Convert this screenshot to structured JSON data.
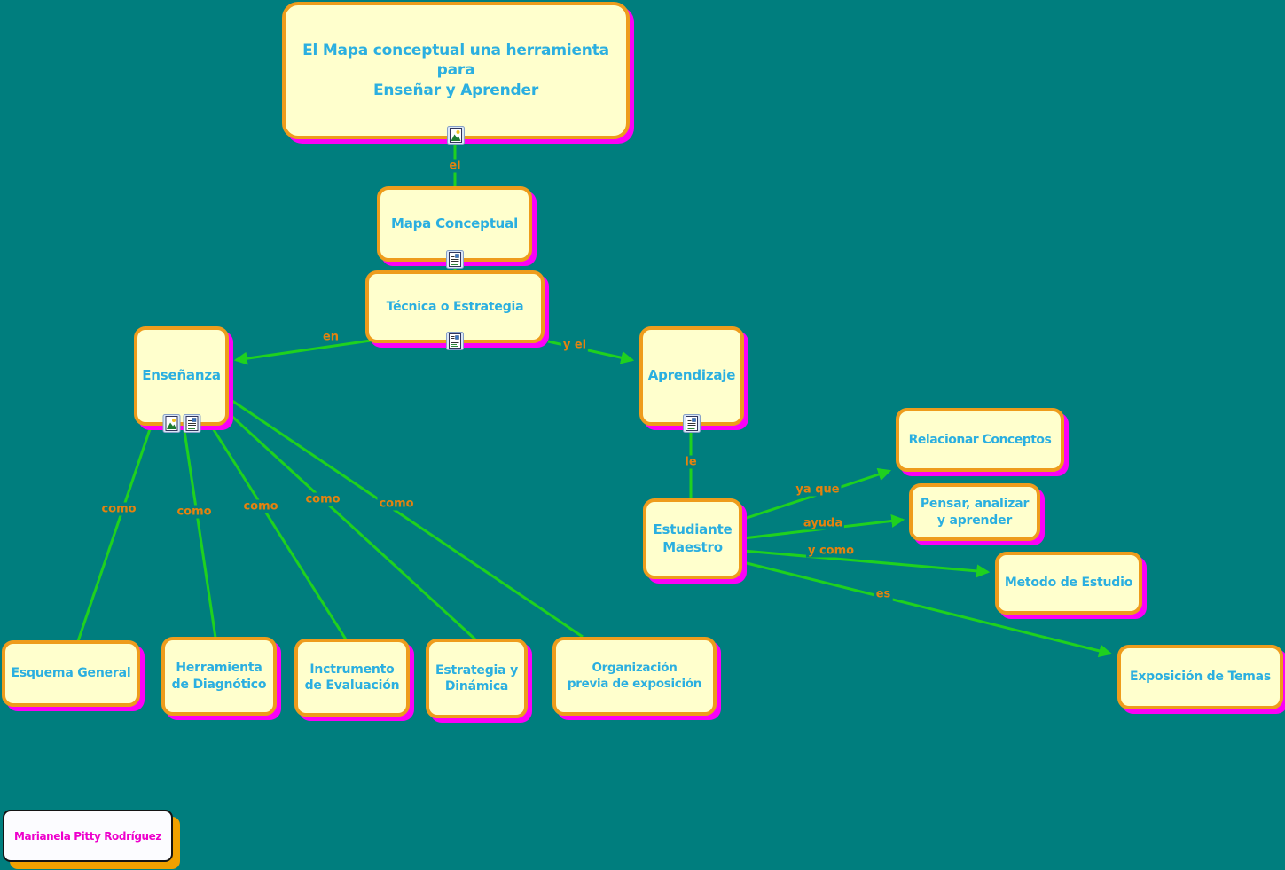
{
  "app": {
    "type": "concept-map-editor"
  },
  "nodes": {
    "title": "El Mapa conceptual una herramienta\npara\nEnseñar y Aprender",
    "mapa_conceptual": "Mapa Conceptual",
    "tecnica_estrategia": "Técnica o Estrategia",
    "ensenanza": "Enseñanza",
    "aprendizaje": "Aprendizaje",
    "estudiante_maestro": "Estudiante\nMaestro",
    "relacionar_conceptos": "Relacionar Conceptos",
    "pensar_analizar": "Pensar, analizar\ny aprender",
    "metodo_estudio": "Metodo de Estudio",
    "exposicion_temas": "Exposición de Temas",
    "esquema_general": "Esquema General",
    "herramienta_diagnostico": "Herramienta\nde Diagnótico",
    "inctrumento_evaluacion": "Inctrumento\nde Evaluación",
    "estrategia_dinamica": "Estrategia y\nDinámica",
    "organizacion_previa": "Organización\nprevia de exposición"
  },
  "link_labels": {
    "el": "el",
    "en": "en",
    "y_el": "y el",
    "le": "le",
    "como": "como",
    "ya_que": "ya que",
    "ayuda": "ayuda",
    "y_como": "y como",
    "es": "es"
  },
  "author": "Marianela Pitty Rodríguez",
  "icons": {
    "image": "picture-resource-icon",
    "document": "text-document-resource-icon"
  },
  "colors": {
    "background": "#007E7E",
    "node_fill": "#FFFFCD",
    "node_border": "#EE9C1C",
    "node_shadow": "#FB00F7",
    "node_text": "#2BAFE0",
    "link_line": "#1FD11F",
    "link_label_text": "#E5820E",
    "author_text": "#EE00CC",
    "author_shadow": "#F0A000",
    "author_fill": "#FCFCFF",
    "author_border": "#141414"
  }
}
